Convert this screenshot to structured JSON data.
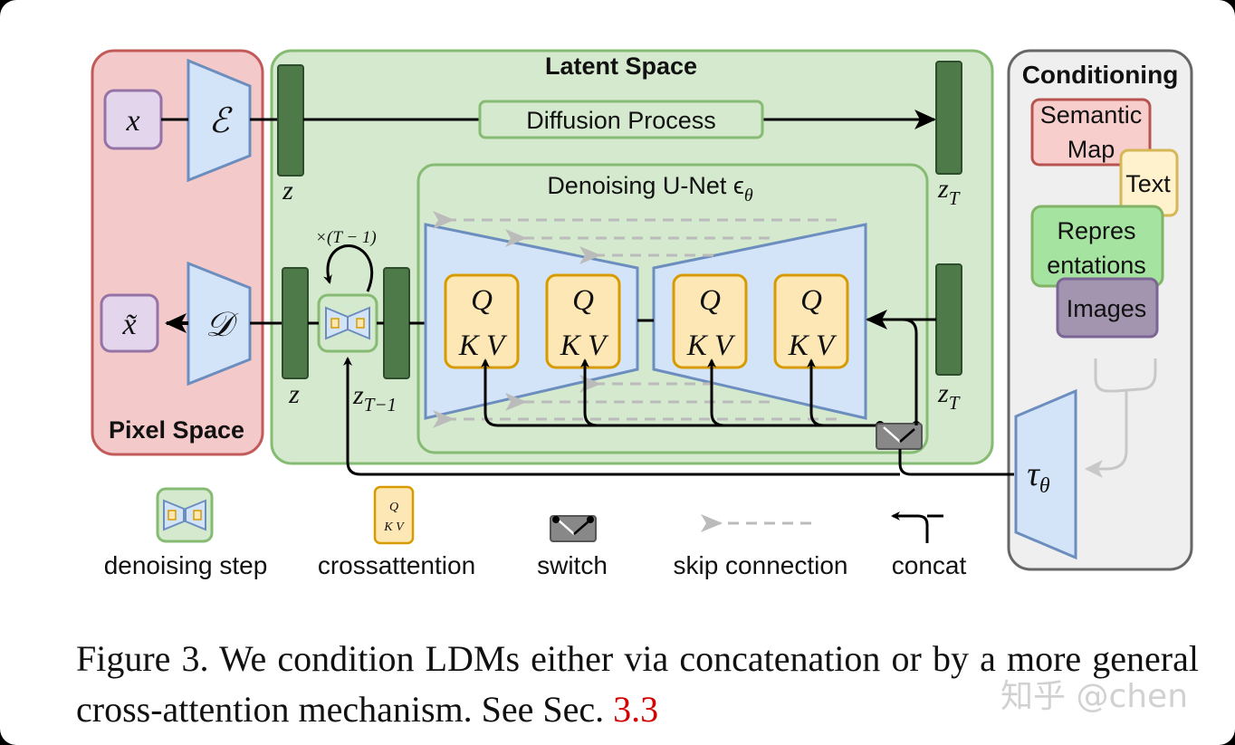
{
  "regions": {
    "pixel_space": "Pixel Space",
    "latent_space": "Latent Space",
    "conditioning": "Conditioning"
  },
  "nodes": {
    "x": "x",
    "x_tilde": "x̃",
    "encoder": "ℰ",
    "decoder": "𝒟",
    "z_top": "z",
    "z_bottom": "z",
    "z_T_top": "z",
    "z_T_bottom": "z",
    "z_T_sub": "T",
    "z_T1": "z",
    "z_T1_sub": "T−1",
    "repeat": "×(T − 1)",
    "diffusion_process": "Diffusion Process",
    "unet_title": "Denoising U-Net ϵ",
    "unet_title_sub": "θ",
    "tau": "τ",
    "tau_sub": "θ"
  },
  "attention_blocks": [
    {
      "q": "Q",
      "kv": "K V"
    },
    {
      "q": "Q",
      "kv": "K V"
    },
    {
      "q": "Q",
      "kv": "K V"
    },
    {
      "q": "Q",
      "kv": "K V"
    }
  ],
  "conditioning_items": [
    {
      "line1": "Semantic",
      "line2": "Map"
    },
    {
      "line1": "Text",
      "line2": ""
    },
    {
      "line1": "Repres",
      "line2": "entations"
    },
    {
      "line1": "Images",
      "line2": ""
    }
  ],
  "legend": {
    "denoising_step": "denoising step",
    "crossattention": "crossattention",
    "crossattention_q": "Q",
    "crossattention_kv": "K V",
    "switch": "switch",
    "skip_connection": "skip connection",
    "concat": "concat"
  },
  "caption": {
    "text": "Figure 3.   We condition LDMs either via concatenation or by a more general cross-attention mechanism. See Sec. ",
    "ref": "3.3"
  },
  "watermark": "知乎 @chen",
  "colors": {
    "pixel_fill": "#f4c9c9",
    "pixel_stroke": "#c25a5a",
    "latent_fill": "#d4e9cd",
    "latent_stroke": "#86bb73",
    "cond_fill": "#efefef",
    "cond_stroke": "#666666",
    "latent_bar": "#4e7a4a",
    "trapezoid": "#d4e4f8",
    "trapezoid_stroke": "#6c8ebf",
    "attn_fill": "#fde7b4",
    "attn_stroke": "#d79b00",
    "var_fill": "#e2d5ec",
    "var_stroke": "#9673a6"
  }
}
